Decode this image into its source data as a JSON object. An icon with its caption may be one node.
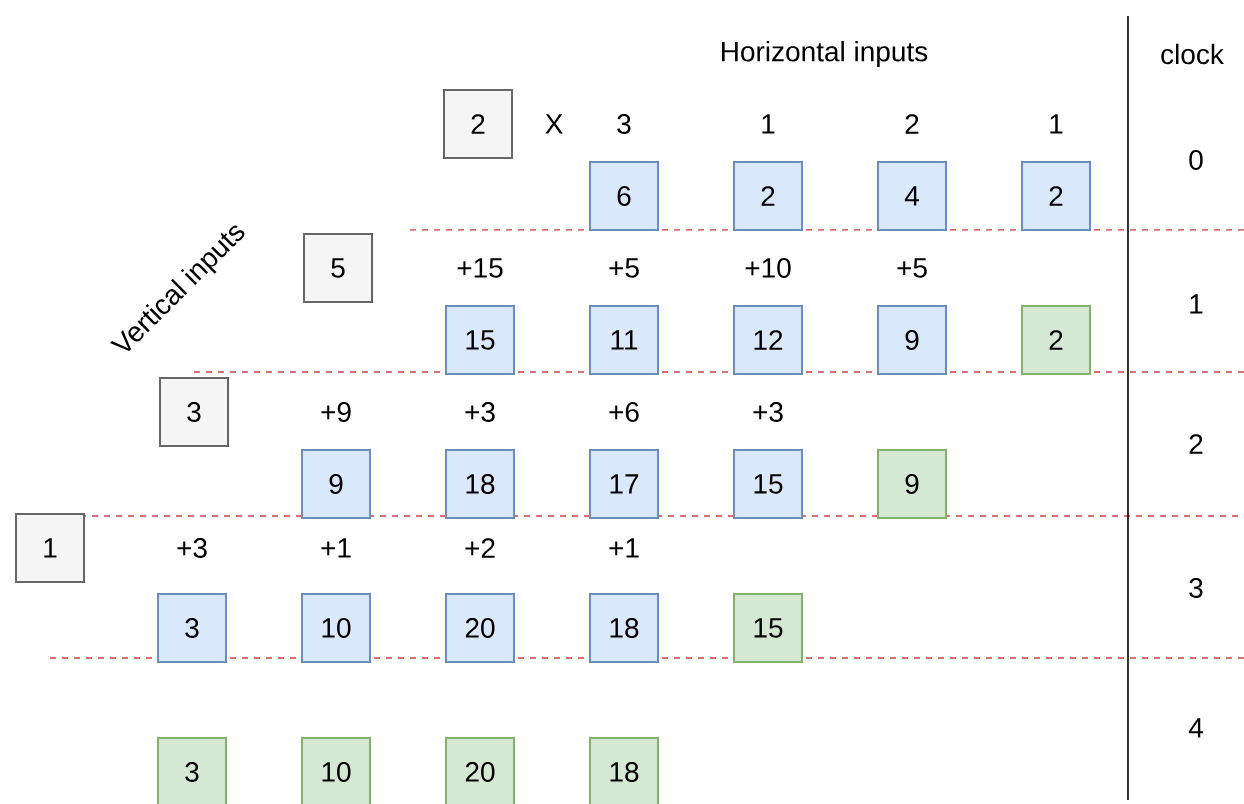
{
  "diagram": {
    "nodes": [
      {
        "text": [
          "2"
        ]
      },
      {
        "text": [
          "6"
        ]
      },
      {
        "text": [
          "2"
        ]
      },
      {
        "text": [
          "4"
        ]
      },
      {
        "text": [
          "2"
        ]
      },
      {
        "text": [
          "5"
        ]
      },
      {
        "text": [
          "15"
        ]
      },
      {
        "text": [
          "11"
        ]
      },
      {
        "text": [
          "12"
        ]
      },
      {
        "text": [
          "9"
        ]
      },
      {
        "text": [
          "2"
        ]
      },
      {
        "text": [
          "3"
        ]
      },
      {
        "text": [
          "9"
        ]
      },
      {
        "text": [
          "18"
        ]
      },
      {
        "text": [
          "17"
        ]
      },
      {
        "text": [
          "15"
        ]
      },
      {
        "text": [
          "9"
        ]
      },
      {
        "text": [
          "1"
        ]
      },
      {
        "text": [
          "3"
        ]
      },
      {
        "text": [
          "10"
        ]
      },
      {
        "text": [
          "20"
        ]
      },
      {
        "text": [
          "18"
        ]
      },
      {
        "text": [
          "15"
        ]
      },
      {
        "text": [
          "3"
        ]
      },
      {
        "text": [
          "10"
        ]
      },
      {
        "text": [
          "20"
        ]
      },
      {
        "text": [
          "18"
        ]
      }
    ],
    "labels": [
      "Horizontal inputs",
      "clock",
      "X",
      "3",
      "1",
      "2",
      "1",
      "0",
      "Vertical inputs",
      "+15",
      "+5",
      "+10",
      "+5",
      "1",
      "+9",
      "+3",
      "+6",
      "+3",
      "2",
      "+3",
      "+1",
      "+2",
      "+1",
      "3",
      "4"
    ]
  }
}
